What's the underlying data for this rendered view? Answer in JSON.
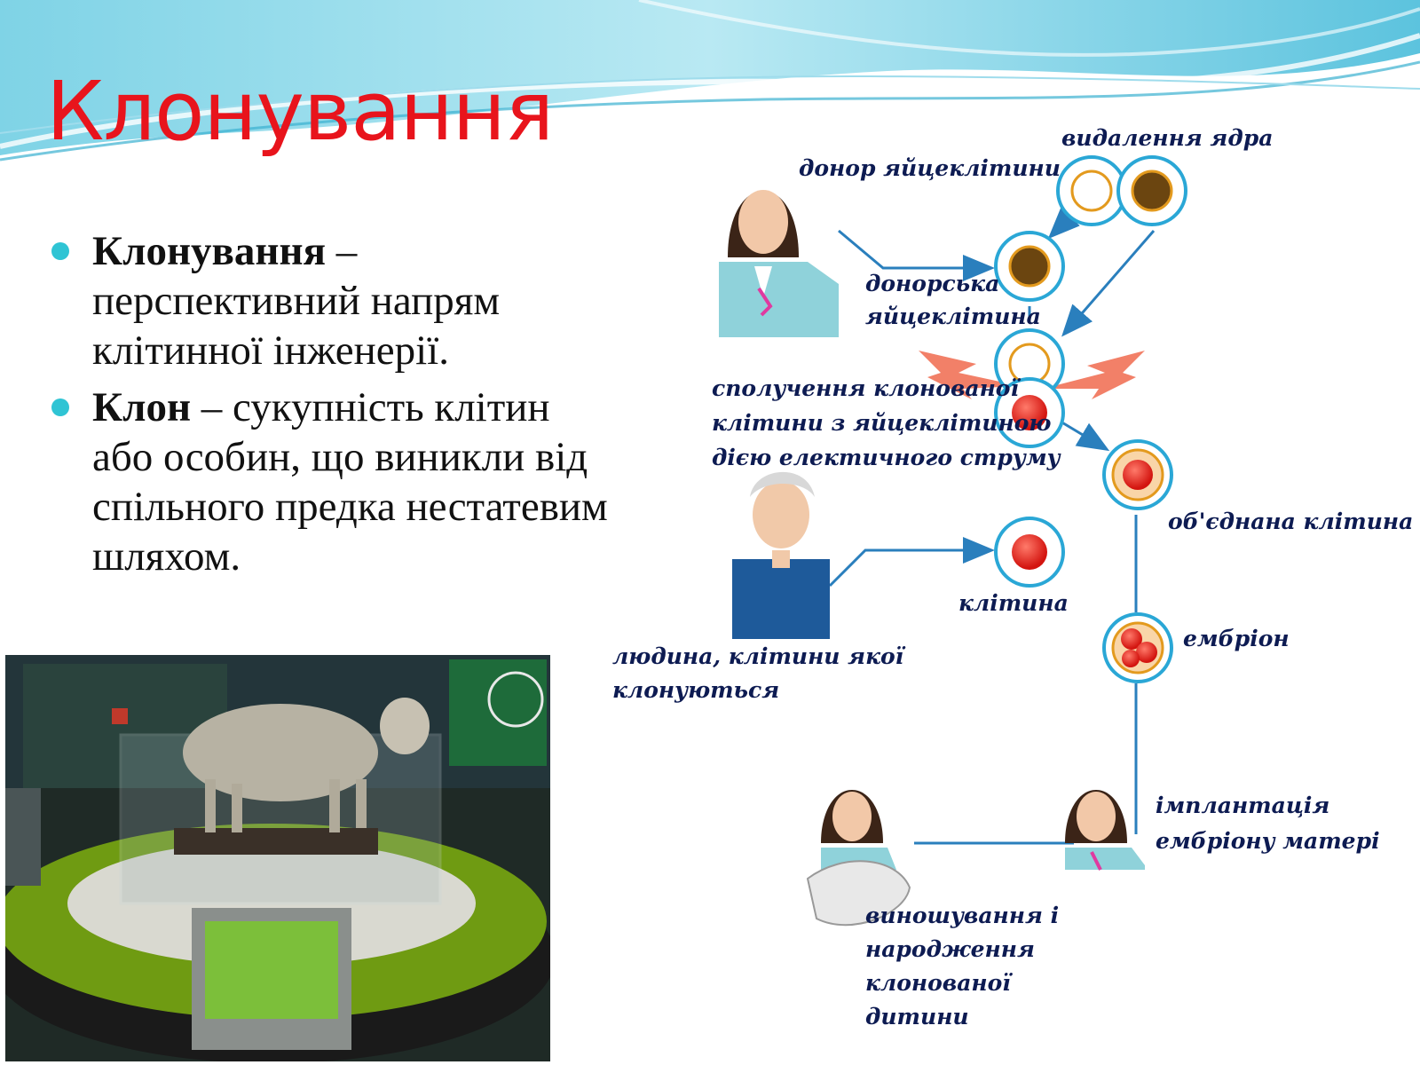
{
  "slide": {
    "title": "Клонування",
    "bullets": [
      {
        "term": "Клонування",
        "rest": " – перспективний напрям клітинної інженерії."
      },
      {
        "term": "Клон",
        "rest": " – сукупність клітин або особин, що виникли від спільного предка нестатевим шляхом."
      }
    ],
    "colors": {
      "title": "#e8141c",
      "bullet": "#2fc4d4",
      "arrow": "#2a7fbd",
      "cell_border": "#2aa7d6",
      "nucleus_red": "#e0201e",
      "nucleus_brown": "#6b4510"
    }
  },
  "diagram": {
    "labels": {
      "egg_donor": "донор яйцеклітини",
      "nucleus_removal": "видалення ядра",
      "donor_egg_1": "донорська",
      "donor_egg_2": "яйцеклітина",
      "fusion_1": "сполучення клонованої",
      "fusion_2": "клітини з яйцеклітиною",
      "fusion_3": "дією електичного струму",
      "merged_cell": "об'єднана клітина",
      "cell": "клітина",
      "embryo": "ембріон",
      "person_1": "людина, клітини якої",
      "person_2": "клонуються",
      "implant_1": "імплантація",
      "implant_2": "ембріону матері",
      "birth_1": "виношування і",
      "birth_2": "народження",
      "birth_3": "клонованої",
      "birth_4": "дитини"
    }
  }
}
